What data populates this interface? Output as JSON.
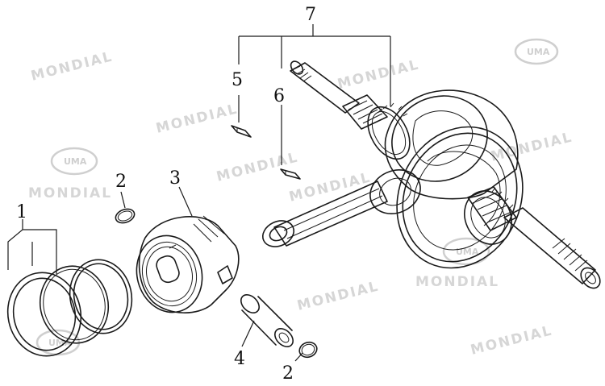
{
  "watermark": {
    "brand_text": "MONDIAL",
    "logo_text": "UMA",
    "color": "#d0d0d0"
  },
  "callouts": {
    "n1": "1",
    "n2a": "2",
    "n2b": "2",
    "n3": "3",
    "n4": "4",
    "n5": "5",
    "n6": "6",
    "n7": "7"
  },
  "colors": {
    "ink": "#1a1a1a",
    "background": "#ffffff"
  }
}
